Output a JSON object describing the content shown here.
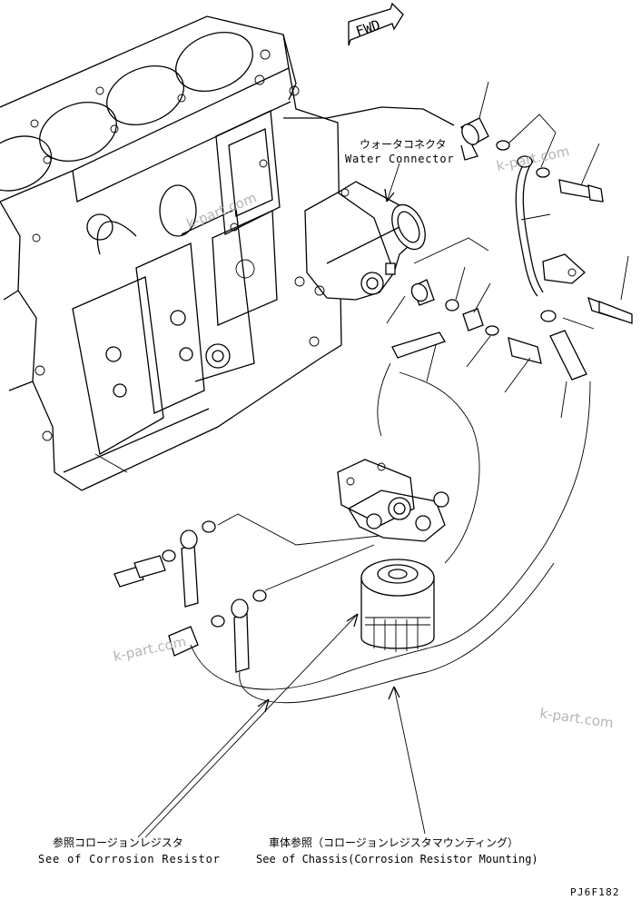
{
  "labels": {
    "fwd": "FWD",
    "water_connector_jp": "ウォータコネクタ",
    "water_connector_en": "Water Connector",
    "corrosion_resistor_jp": "参照コロージョンレジスタ",
    "corrosion_resistor_en": "See of Corrosion Resistor",
    "chassis_jp": "車体参照（コロージョンレジスタマウンティング）",
    "chassis_en": "See of Chassis(Corrosion Resistor Mounting)",
    "drawing_code": "PJ6F182"
  },
  "watermarks": [
    "k-part.com",
    "k-part.com",
    "k-part.com",
    "k-part.com"
  ]
}
